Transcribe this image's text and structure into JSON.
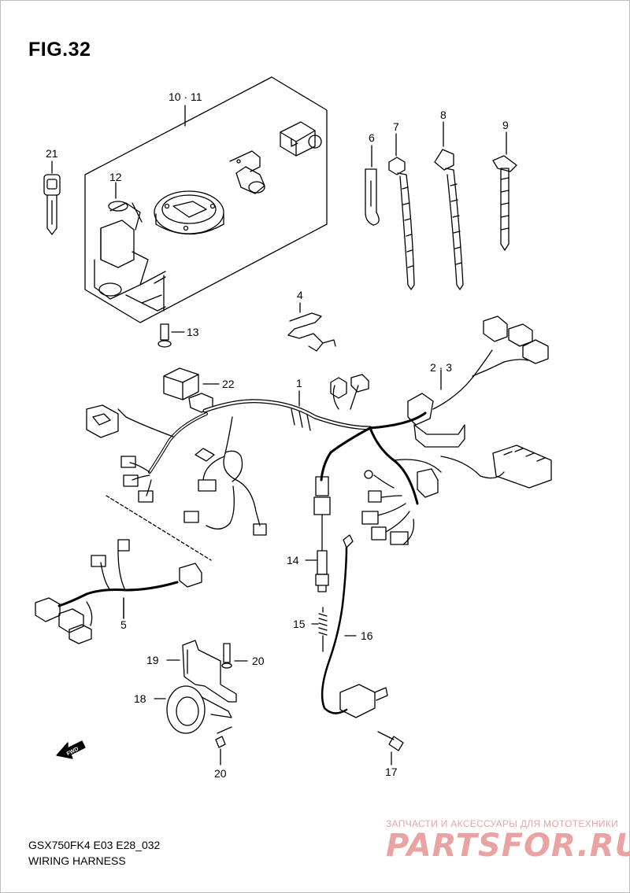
{
  "figure": {
    "title": "FIG.32",
    "model_code": "GSX750FK4 E03 E28_032",
    "description": "WIRING HARNESS"
  },
  "callouts": {
    "p1": "1",
    "p2_3": "2 · 3",
    "p4": "4",
    "p5": "5",
    "p6": "6",
    "p7": "7",
    "p8": "8",
    "p9": "9",
    "p10_11": "10 · 11",
    "p12": "12",
    "p13": "13",
    "p14": "14",
    "p15": "15",
    "p16": "16",
    "p17": "17",
    "p18": "18",
    "p19": "19",
    "p20a": "20",
    "p20b": "20",
    "p21": "21",
    "p22": "22"
  },
  "fwd_label": "FWD",
  "watermark": {
    "subtitle": "ЗАПЧАСТИ И АКСЕССУАРЫ ДЛЯ МОТОТЕХНИКИ",
    "brand": "PARTSFOR.RU"
  }
}
